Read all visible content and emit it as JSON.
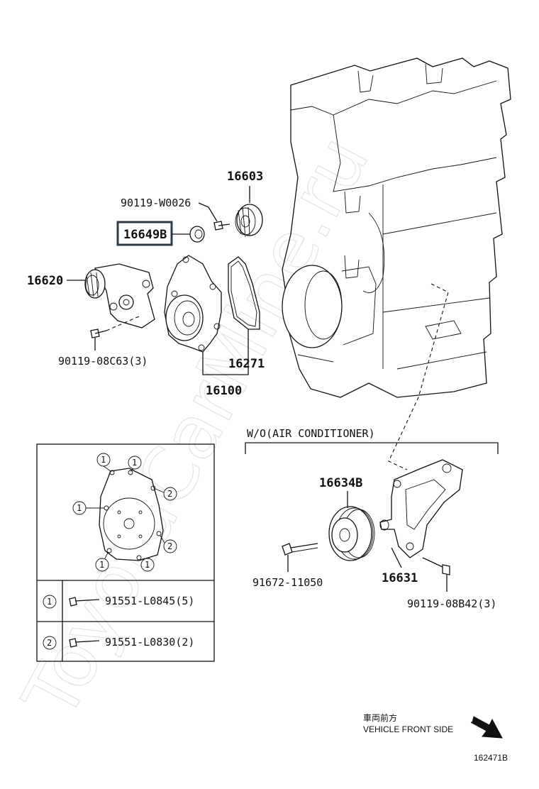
{
  "watermark": "ToyotaCarMine.ru",
  "parts": {
    "p16603": "16603",
    "p90119_w0026": "90119-W0026",
    "p16649b": "16649B",
    "p16620": "16620",
    "p90119_08c63": "90119-08C63(3)",
    "p16271": "16271",
    "p16100": "16100",
    "p16634b": "16634B",
    "p91672_11050": "91672-11050",
    "p16631": "16631",
    "p90119_08b42": "90119-08B42(3)"
  },
  "highlighted_part": "16649B",
  "variant_label": "W/O(AIR CONDITIONER)",
  "detail_box": {
    "markers": [
      "1",
      "2"
    ],
    "legend": [
      {
        "marker": "1",
        "part": "91551-L0845(5)"
      },
      {
        "marker": "2",
        "part": "91551-L0830(2)"
      }
    ]
  },
  "direction": {
    "jp": "車両前方",
    "en": "VEHICLE FRONT SIDE"
  },
  "diagram_code": "162471B",
  "colors": {
    "line": "#111111",
    "highlight_border": "#2f3b45",
    "watermark": "#cfcfcf"
  }
}
